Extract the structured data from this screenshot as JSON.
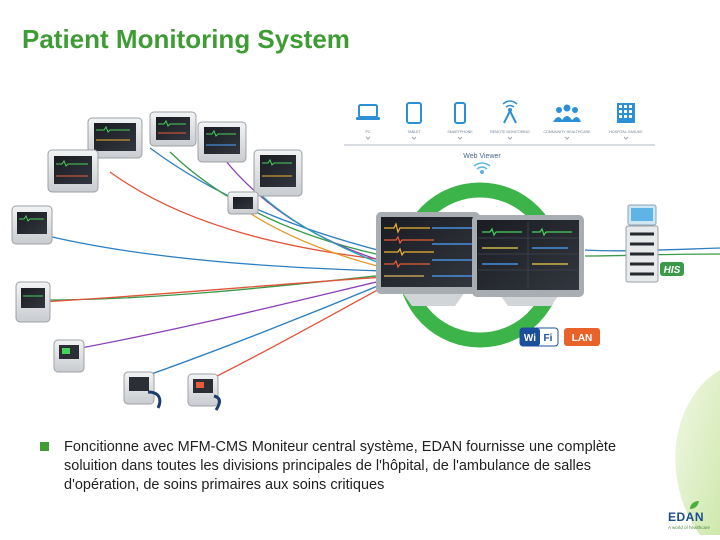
{
  "header": {
    "title": "Patient Monitoring System"
  },
  "web_viewer": {
    "label": "Web Viewer",
    "clients": [
      {
        "icon": "laptop-icon",
        "label": "PC"
      },
      {
        "icon": "tablet-icon",
        "label": "TABLET"
      },
      {
        "icon": "smartphone-icon",
        "label": "SMARTPHONE"
      },
      {
        "icon": "remote-monitoring-icon",
        "label": "REMOTE MONITORING"
      },
      {
        "icon": "community-icon",
        "label": "COMMUNITY HEALTHCARE"
      },
      {
        "icon": "hospital-icon",
        "label": "HOSPITAL JIASUKE"
      }
    ]
  },
  "network": {
    "wifi_label_a": "Wi",
    "wifi_label_b": "Fi",
    "lan_label": "LAN"
  },
  "his": {
    "label": "HIS"
  },
  "body": {
    "bullet": "Foncitionne avec MFM-CMS Moniteur central système, EDAN fournisse une complète soluition dans toutes les divisions principales de l'hôpital, de l'ambulance de salles d'opération, de soins primaires aux soins critiques"
  },
  "logo": {
    "name": "EDAN",
    "tagline": "A world of healthcare"
  },
  "colors": {
    "title": "#3f9c35",
    "ring": "#3cb44a",
    "monitor_frame": "#b8bcc0",
    "screen": "#1d1f24",
    "lan_badge": "#e8622a",
    "wifi_badge": "#1b4f9c",
    "logo": "#1a4f8b"
  }
}
